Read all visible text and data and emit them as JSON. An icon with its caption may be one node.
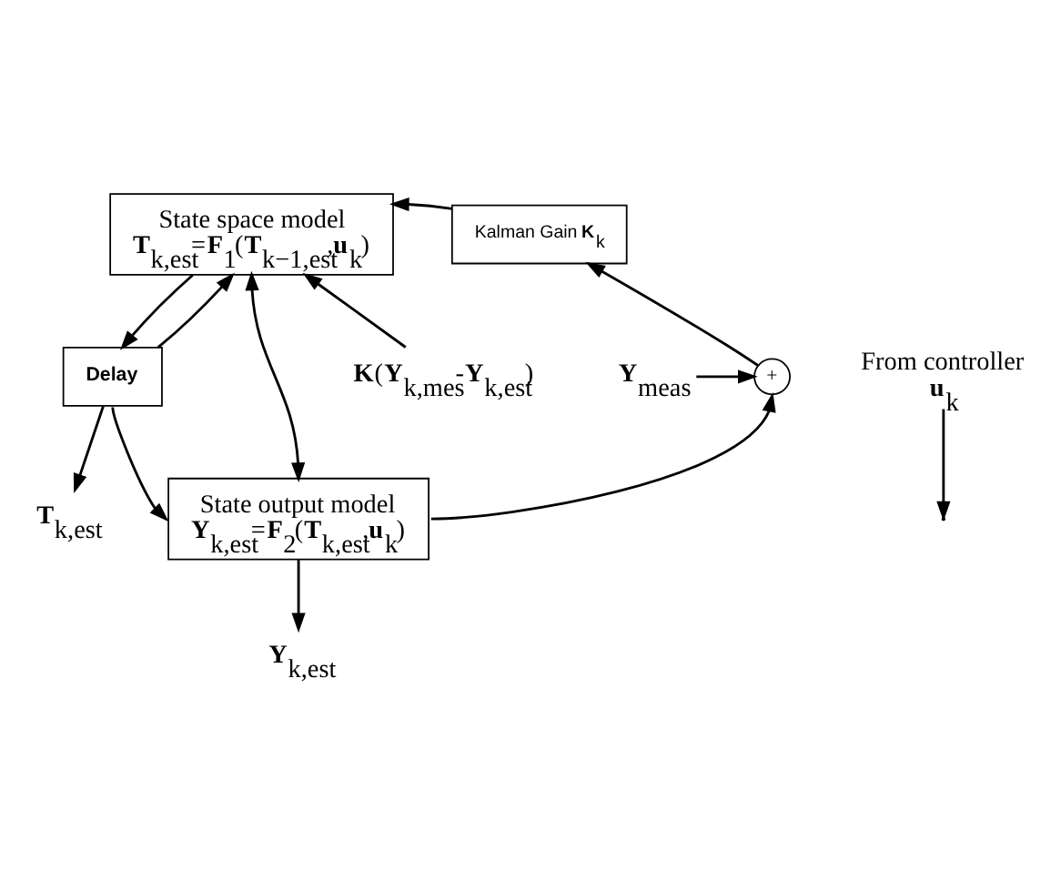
{
  "diagram": {
    "nodes": [
      {
        "text": [
          "State space model",
          "**T**$_{k,est}$=**F**$_{1}$(**T**$_{k−1,est}$,**u**$_{k}$)"
        ]
      },
      {
        "text": [
          "Kalman Gain **K**$_{k}$"
        ]
      },
      {
        "text": [
          "Delay"
        ]
      },
      {
        "text": [
          "State output model",
          "**Y**$_{k,est}$=**F**$_{2}$(**T**$_{k,est}$,**u**$_{k}$)"
        ]
      },
      {
        "text": [
          "+"
        ]
      },
      {
        "text": [
          "**Y**$_{meas}$"
        ]
      },
      {
        "text": [
          "From controller",
          "**u**$_{k}$"
        ]
      },
      {
        "text": [
          "**T**$_{k,est}$"
        ]
      },
      {
        "text": [
          "**Y**$_{k,est}$"
        ]
      },
      {
        "text": [
          "**K**(**Y**$_{k,mes}$-**Y**$_{k,est}$)"
        ]
      }
    ],
    "edges": [
      {
        "from": 0,
        "to": 2,
        "arrow": "to"
      },
      {
        "from": 2,
        "to": 7,
        "arrow": "to"
      },
      {
        "from": 2,
        "to": 0,
        "arrow": "to"
      },
      {
        "from": 2,
        "to": 3,
        "arrow": "to"
      },
      {
        "from": 0,
        "to": 3,
        "arrow": "both"
      },
      {
        "from": 6,
        "to": null,
        "arrow": "to"
      },
      {
        "from": 3,
        "to": 8,
        "arrow": "to"
      },
      {
        "from": 3,
        "to": 4,
        "arrow": "to"
      },
      {
        "from": 5,
        "to": 4,
        "arrow": "to"
      },
      {
        "from": 4,
        "to": 1,
        "arrow": "to"
      },
      {
        "from": 1,
        "to": 0,
        "arrow": "to"
      },
      {
        "from": 9,
        "to": 0,
        "arrow": "to"
      }
    ]
  }
}
